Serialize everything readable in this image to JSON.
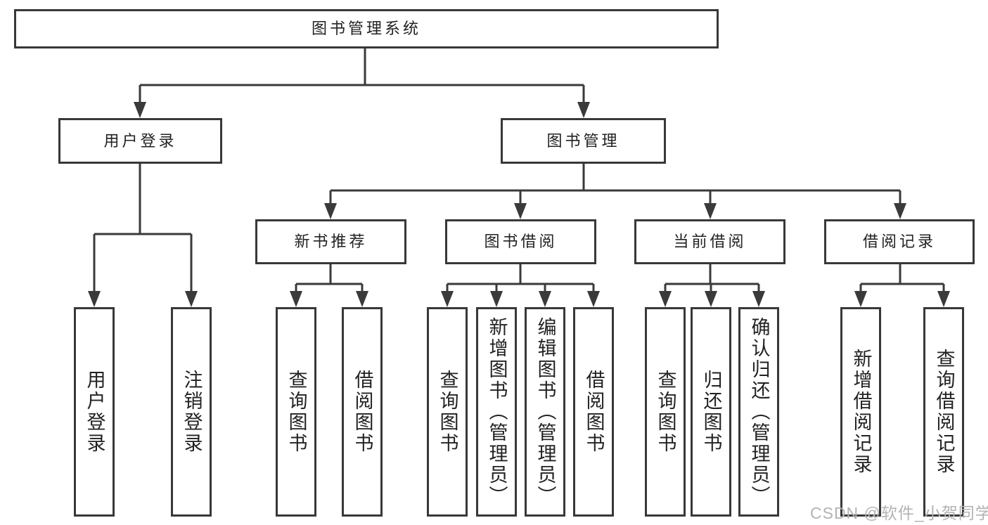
{
  "tree": {
    "root": "图书管理系统",
    "branches": [
      {
        "label": "用户登录",
        "children": [
          "用户登录",
          "注销登录"
        ]
      },
      {
        "label": "图书管理",
        "groups": [
          {
            "label": "新书推荐",
            "children": [
              "查询图书",
              "借阅图书"
            ]
          },
          {
            "label": "图书借阅",
            "children": [
              "查询图书",
              "新增图书（管理员）",
              "编辑图书（管理员）",
              "借阅图书"
            ]
          },
          {
            "label": "当前借阅",
            "children": [
              "查询图书",
              "归还图书",
              "确认归还（管理员）"
            ]
          },
          {
            "label": "借阅记录",
            "children": [
              "新增借阅记录",
              "查询借阅记录"
            ]
          }
        ]
      }
    ]
  },
  "watermark": "CSDN @软件_小贺同学",
  "colors": {
    "line": "#3a3a3a",
    "box_border": "#383838",
    "text": "#222222",
    "watermark": "#b3b3b3",
    "background": "#ffffff"
  }
}
